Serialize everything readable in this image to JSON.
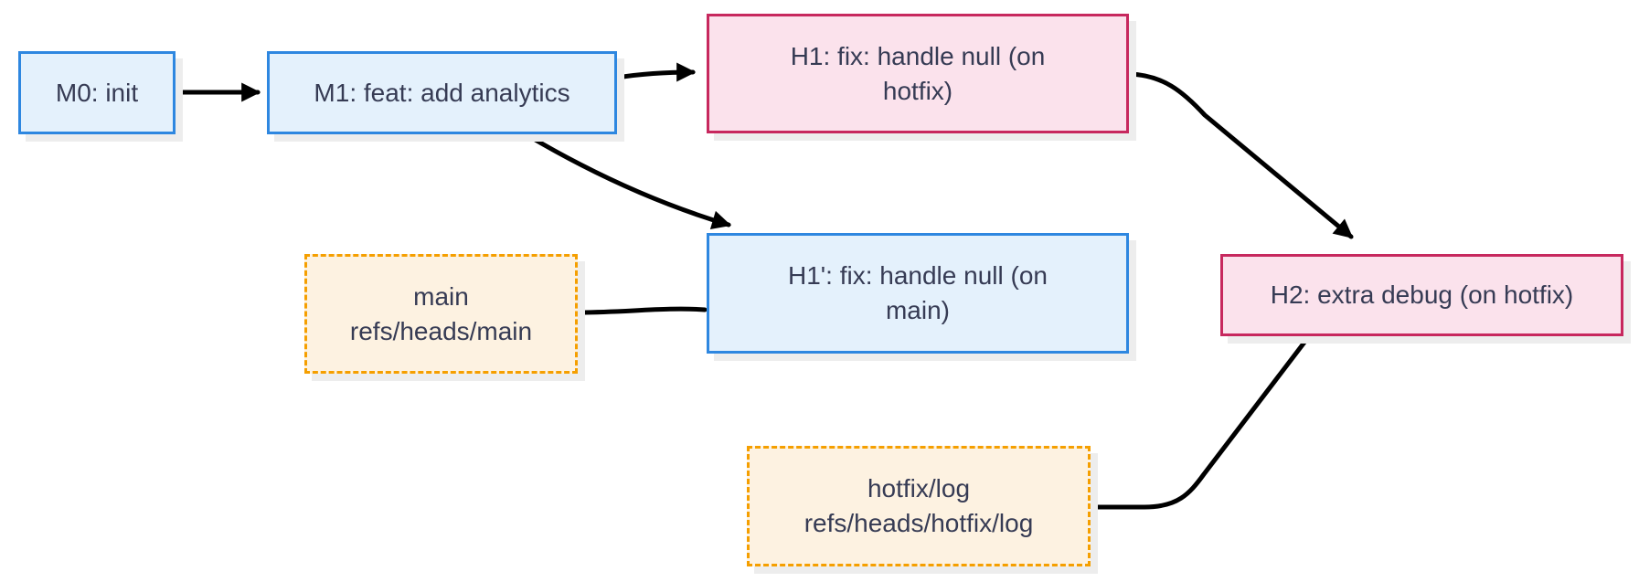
{
  "diagram": {
    "type": "git-commit-graph",
    "nodes": {
      "m0": {
        "id": "M0",
        "kind": "commit",
        "lines": [
          "M0: init"
        ]
      },
      "m1": {
        "id": "M1",
        "kind": "commit",
        "lines": [
          "M1: feat: add analytics"
        ]
      },
      "h1": {
        "id": "H1",
        "kind": "hotfix-commit",
        "lines": [
          "H1: fix: handle null (on",
          "hotfix)"
        ]
      },
      "h1_prime": {
        "id": "H1'",
        "kind": "commit",
        "lines": [
          "H1': fix: handle null (on",
          "main)"
        ]
      },
      "h2": {
        "id": "H2",
        "kind": "hotfix-commit",
        "lines": [
          "H2: extra debug (on hotfix)"
        ]
      },
      "ref_main": {
        "id": "main",
        "kind": "branch-ref",
        "lines": [
          "main",
          "refs/heads/main"
        ]
      },
      "ref_hotfix": {
        "id": "hotfix/log",
        "kind": "branch-ref",
        "lines": [
          "hotfix/log",
          "refs/heads/hotfix/log"
        ]
      }
    },
    "edges": [
      {
        "from": "M0",
        "to": "M1",
        "arrow": true
      },
      {
        "from": "M1",
        "to": "H1",
        "arrow": true
      },
      {
        "from": "M1",
        "to": "H1'",
        "arrow": true
      },
      {
        "from": "main",
        "to": "H1'",
        "arrow": false
      },
      {
        "from": "H1",
        "to": "H2",
        "arrow": true
      },
      {
        "from": "hotfix/log",
        "to": "H2",
        "arrow": false
      }
    ],
    "colors": {
      "blue_fill": "#e4f1fc",
      "blue_border": "#2e87e0",
      "pink_fill": "#fbe2ec",
      "pink_border": "#c7285e",
      "orange_fill": "#fdf2e1",
      "orange_border": "#f59f00",
      "text": "#363b54",
      "edge": "#000000",
      "shadow": "#ededed",
      "background": "#ffffff"
    }
  }
}
